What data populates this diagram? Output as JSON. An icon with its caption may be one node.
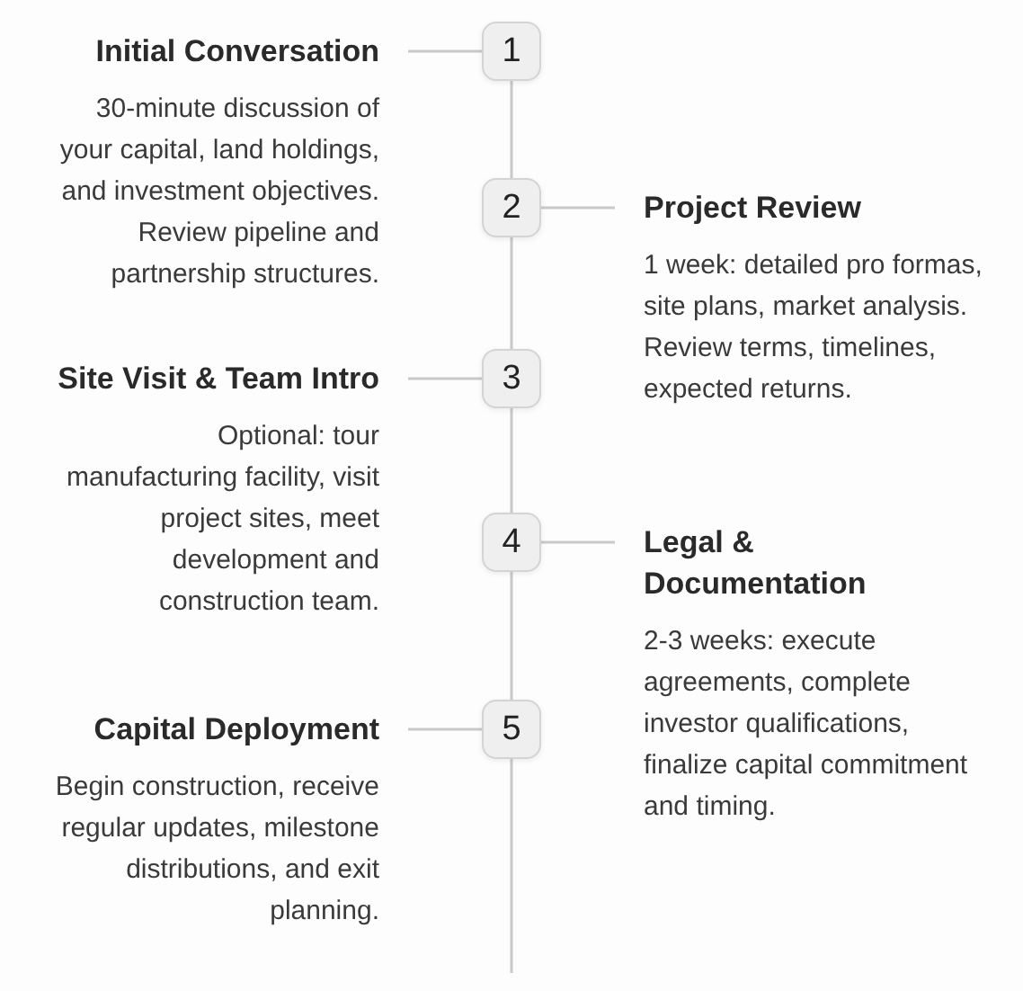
{
  "diagram": {
    "nodes": [
      {
        "text": [
          "Initial Conversation",
          "30-minute discussion of your capital, land holdings, and investment objectives. Review pipeline and partnership structures."
        ]
      },
      {
        "text": [
          "1"
        ]
      },
      {
        "text": [
          "2"
        ]
      },
      {
        "text": [
          "Project Review",
          "1 week: detailed pro formas, site plans, market analysis. Review terms, timelines, expected returns."
        ]
      },
      {
        "text": [
          "Site Visit & Team Intro",
          "Optional: tour manufacturing facility, visit project sites, meet development and construction team."
        ]
      },
      {
        "text": [
          "3"
        ]
      },
      {
        "text": [
          "4"
        ]
      },
      {
        "text": [
          "Legal & Documentation",
          "2-3 weeks: execute agreements, complete investor qualifications, finalize capital commitment and timing."
        ]
      },
      {
        "text": [
          "Capital Deployment",
          "Begin construction, receive regular updates, milestone distributions, and exit planning."
        ]
      },
      {
        "text": [
          "5"
        ]
      }
    ],
    "edges": [
      {
        "from": 0,
        "to": 1,
        "arrow": "none"
      },
      {
        "from": 1,
        "to": 2,
        "arrow": "none"
      },
      {
        "from": 2,
        "to": 3,
        "arrow": "none"
      },
      {
        "from": 2,
        "to": 5,
        "arrow": "none"
      },
      {
        "from": 4,
        "to": 5,
        "arrow": "none"
      },
      {
        "from": 5,
        "to": 6,
        "arrow": "none"
      },
      {
        "from": 6,
        "to": 7,
        "arrow": "none"
      },
      {
        "from": 6,
        "to": 9,
        "arrow": "none"
      },
      {
        "from": 8,
        "to": 9,
        "arrow": "none"
      },
      {
        "from": 9,
        "to": null,
        "arrow": "none"
      }
    ]
  }
}
